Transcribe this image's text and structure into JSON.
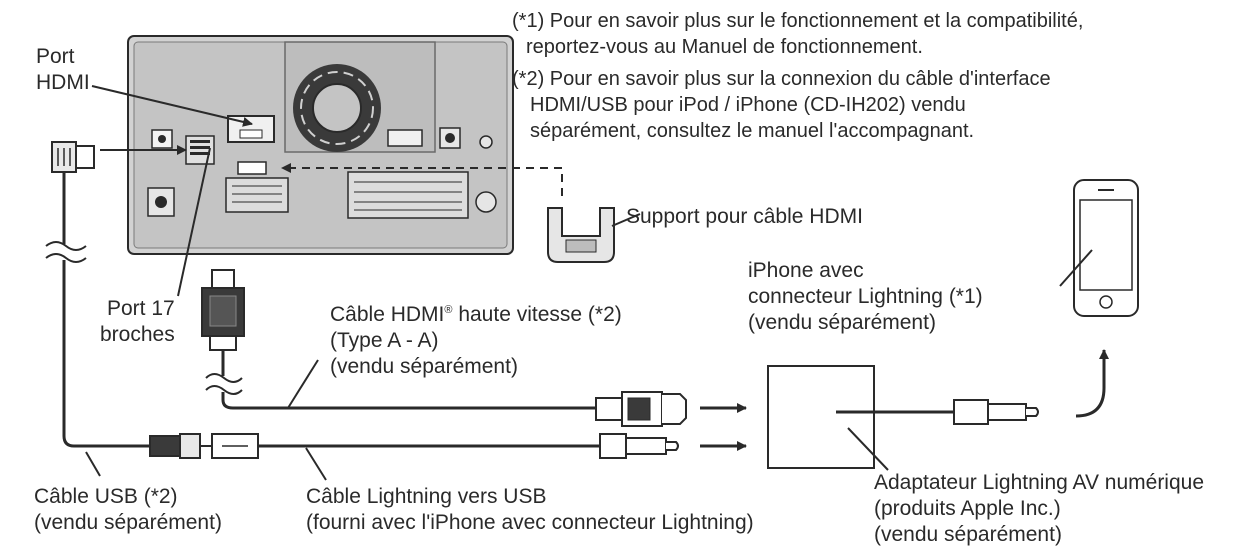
{
  "footnotes": {
    "note1": [
      "(*1) Pour en savoir plus sur le fonctionnement et la compatibilité,",
      "reportez-vous au Manuel de fonctionnement."
    ],
    "note2": [
      "(*2) Pour en savoir plus sur la connexion du câble d'interface",
      "HDMI/USB pour iPod / iPhone (CD-IH202) vendu",
      "séparément, consultez le manuel l'accompagnant."
    ]
  },
  "labels": {
    "port_hdmi": [
      "Port",
      "HDMI"
    ],
    "port_17": [
      "Port 17",
      "broches"
    ],
    "support_hdmi": "Support pour câble HDMI",
    "iphone": [
      "iPhone avec",
      "connecteur Lightning (*1)",
      "(vendu séparément)"
    ],
    "hdmi_cable": {
      "line1_pre": "Câble HDMI",
      "line1_sup": "®",
      "line1_post": " haute vitesse (*2)",
      "line2": "(Type A - A)",
      "line3": "(vendu séparément)"
    },
    "usb_cable": [
      "Câble USB (*2)",
      "(vendu séparément)"
    ],
    "lightning_usb_cable": [
      "Câble Lightning vers USB",
      "(fourni avec l'iPhone avec connecteur Lightning)"
    ],
    "av_adapter": [
      "Adaptateur Lightning AV numérique",
      "(produits Apple Inc.)",
      "(vendu séparément)"
    ]
  },
  "colors": {
    "ink": "#2a2a2a",
    "head_unit": "#cfcfcf",
    "head_unit_dark": "#8c8c8c",
    "connector": "#e8e8e8"
  },
  "icons": [
    "hdmi-plug-icon",
    "usb-plug-icon",
    "lightning-plug-icon",
    "hdmi-cable-holder-icon",
    "iphone-icon",
    "arrow-icon"
  ]
}
